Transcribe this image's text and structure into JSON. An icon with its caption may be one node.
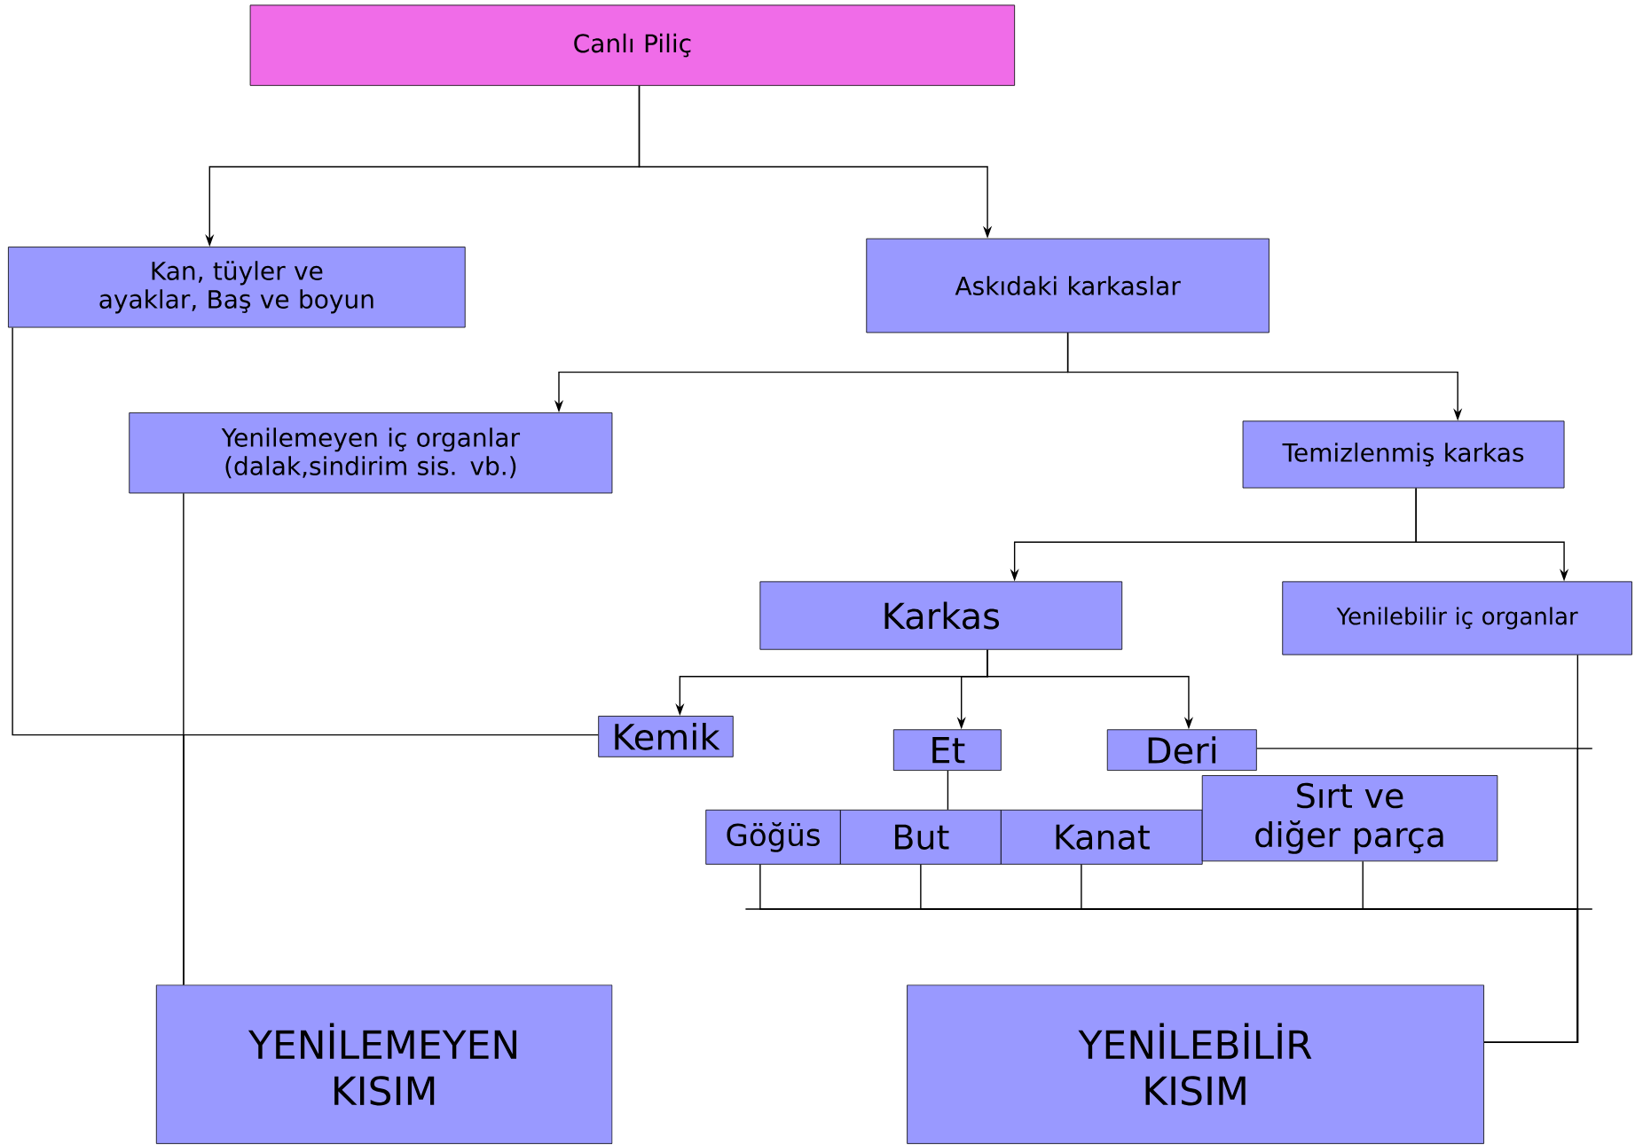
{
  "diagram": {
    "nodes": [
      {
        "text": [
          "Canlı Piliç"
        ]
      },
      {
        "text": [
          "Kan, tüyler ve ayaklar, Baş ve boyun"
        ]
      },
      {
        "text": [
          "Askıdaki karkaslar"
        ]
      },
      {
        "text": [
          "Yenilemeyen iç organlar (dalak,sindirim sis. vb.)"
        ]
      },
      {
        "text": [
          "Temizlenmiş karkas"
        ]
      },
      {
        "text": [
          "Karkas"
        ]
      },
      {
        "text": [
          "Yenilebilir iç organlar"
        ]
      },
      {
        "text": [
          "Kemik"
        ]
      },
      {
        "text": [
          "Et"
        ]
      },
      {
        "text": [
          "Deri"
        ]
      },
      {
        "text": [
          "Göğüs"
        ]
      },
      {
        "text": [
          "But"
        ]
      },
      {
        "text": [
          "Kanat"
        ]
      },
      {
        "text": [
          "Sırt ve diğer parça"
        ]
      },
      {
        "text": [
          "YENİLEMEYEN KISIM"
        ]
      },
      {
        "text": [
          "YENİLEBİLİR KISIM"
        ]
      }
    ],
    "edges": [
      {
        "from": 0,
        "to": 1,
        "arrow": "to"
      },
      {
        "from": 0,
        "to": 2,
        "arrow": "to"
      },
      {
        "from": 2,
        "to": 3,
        "arrow": "to"
      },
      {
        "from": 2,
        "to": 4,
        "arrow": "to"
      },
      {
        "from": 4,
        "to": 5,
        "arrow": "to"
      },
      {
        "from": 4,
        "to": 6,
        "arrow": "to"
      },
      {
        "from": 5,
        "to": 7,
        "arrow": "to"
      },
      {
        "from": 5,
        "to": 8,
        "arrow": "to"
      },
      {
        "from": 5,
        "to": 9,
        "arrow": "to"
      },
      {
        "from": 8,
        "to": 11,
        "arrow": "none"
      },
      {
        "from": 1,
        "to": 14,
        "arrow": "none"
      },
      {
        "from": 7,
        "to": 14,
        "arrow": "none"
      },
      {
        "from": 3,
        "to": 14,
        "arrow": "none"
      },
      {
        "from": 6,
        "to": 15,
        "arrow": "none"
      },
      {
        "from": 9,
        "to": 15,
        "arrow": "none"
      },
      {
        "from": 10,
        "to": 15,
        "arrow": "none"
      },
      {
        "from": 11,
        "to": 15,
        "arrow": "none"
      },
      {
        "from": 12,
        "to": 15,
        "arrow": "none"
      },
      {
        "from": 13,
        "to": 15,
        "arrow": "none"
      }
    ]
  }
}
